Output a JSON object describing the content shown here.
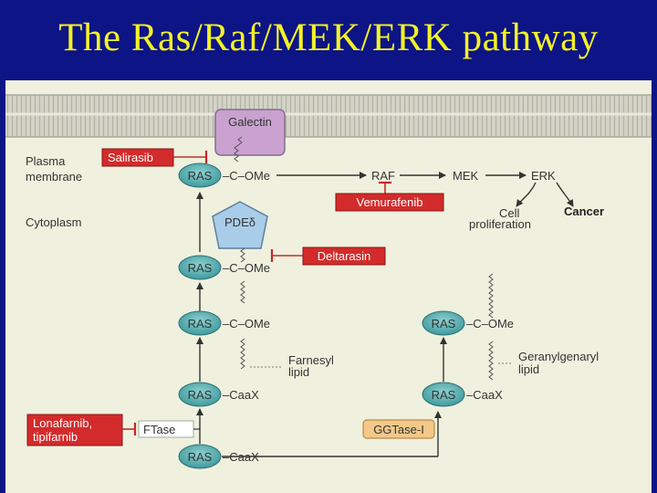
{
  "title": "The Ras/Raf/MEK/ERK pathway",
  "labels": {
    "plasma_membrane_1": "Plasma",
    "plasma_membrane_2": "membrane",
    "cytoplasm": "Cytoplasm",
    "galectin": "Galectin",
    "pde": "PDEδ",
    "raf": "RAF",
    "mek": "MEK",
    "erk": "ERK",
    "cell_prolif_1": "Cell",
    "cell_prolif_2": "proliferation",
    "cancer": "Cancer",
    "farnesyl_1": "Farnesyl",
    "farnesyl_2": "lipid",
    "geranyl_1": "Geranylgenaryl",
    "geranyl_2": "lipid",
    "ftase": "FTase",
    "ggtase": "GGTase-I"
  },
  "ras": {
    "label": "RAS",
    "c_ome": "–C–OMe",
    "caax": "–CaaX"
  },
  "drugs": {
    "salirasib": "Salirasib",
    "vemurafenib": "Vemurafenib",
    "deltarasin": "Deltarasin",
    "lonafarnib_1": "Lonafarnib,",
    "lonafarnib_2": "tipifarnib"
  },
  "colors": {
    "background": "#0d1486",
    "title": "#f2f227",
    "panel": "#eff1de",
    "membrane": "#cfcfc4",
    "ras_fill": "#57aeb0",
    "drug_fill": "#d32b2b",
    "galectin_fill": "#c9a2cf",
    "pde_fill": "#a9cde9",
    "ggtase_fill": "#f3c98a"
  }
}
